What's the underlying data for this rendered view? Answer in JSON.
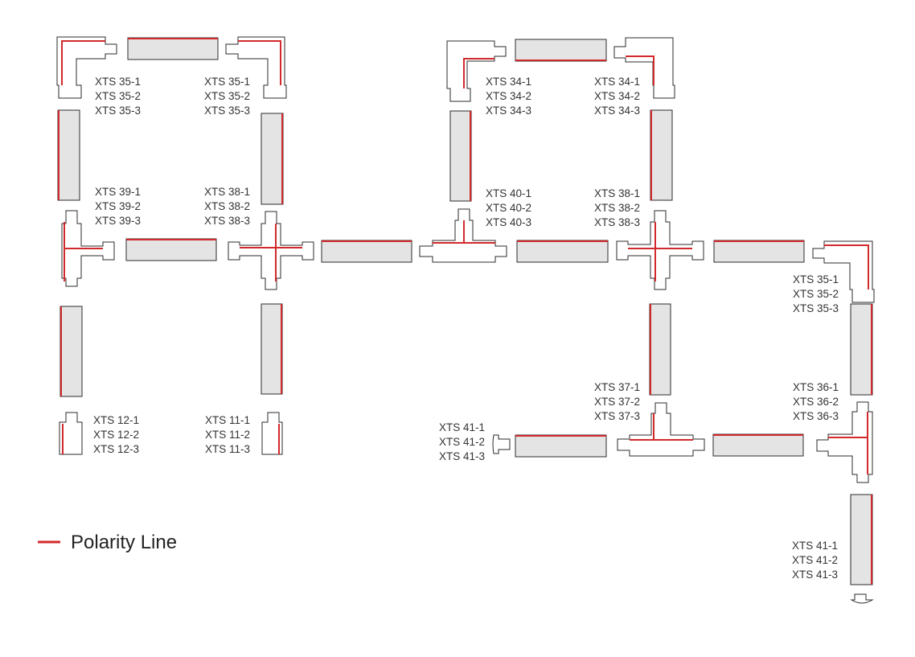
{
  "colors": {
    "polarity": "#d2292d",
    "rail_fill": "#e4e4e4",
    "outline": "#2b2b2b"
  },
  "legend": {
    "label": "Polarity Line"
  },
  "labels": [
    {
      "id": "g1",
      "lines": [
        "XTS 35-1",
        "XTS 35-2",
        "XTS 35-3"
      ]
    },
    {
      "id": "g2",
      "lines": [
        "XTS 35-1",
        "XTS 35-2",
        "XTS 35-3"
      ]
    },
    {
      "id": "g3",
      "lines": [
        "XTS 39-1",
        "XTS 39-2",
        "XTS 39-3"
      ]
    },
    {
      "id": "g4",
      "lines": [
        "XTS 38-1",
        "XTS 38-2",
        "XTS 38-3"
      ]
    },
    {
      "id": "g5",
      "lines": [
        "XTS 12-1",
        "XTS 12-2",
        "XTS 12-3"
      ]
    },
    {
      "id": "g6",
      "lines": [
        "XTS 11-1",
        "XTS 11-2",
        "XTS 11-3"
      ]
    },
    {
      "id": "g7",
      "lines": [
        "XTS 34-1",
        "XTS 34-2",
        "XTS 34-3"
      ]
    },
    {
      "id": "g8",
      "lines": [
        "XTS 34-1",
        "XTS 34-2",
        "XTS 34-3"
      ]
    },
    {
      "id": "g9",
      "lines": [
        "XTS 40-1",
        "XTS 40-2",
        "XTS 40-3"
      ]
    },
    {
      "id": "g10",
      "lines": [
        "XTS 38-1",
        "XTS 38-2",
        "XTS 38-3"
      ]
    },
    {
      "id": "g11",
      "lines": [
        "XTS 35-1",
        "XTS 35-2",
        "XTS 35-3"
      ]
    },
    {
      "id": "g12",
      "lines": [
        "XTS 37-1",
        "XTS 37-2",
        "XTS 37-3"
      ]
    },
    {
      "id": "g13",
      "lines": [
        "XTS 36-1",
        "XTS 36-2",
        "XTS 36-3"
      ]
    },
    {
      "id": "g14",
      "lines": [
        "XTS 41-1",
        "XTS 41-2",
        "XTS 41-3"
      ]
    },
    {
      "id": "g15",
      "lines": [
        "XTS 41-1",
        "XTS 41-2",
        "XTS 41-3"
      ]
    }
  ]
}
